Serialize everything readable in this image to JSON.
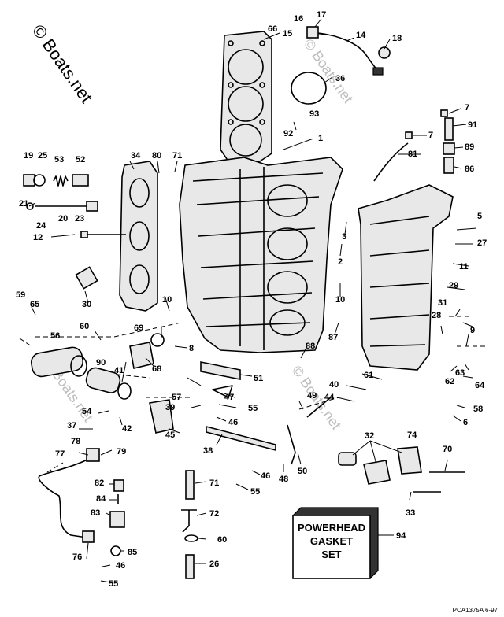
{
  "watermark": "© Boats.net",
  "reference_code": "PCA1375A  6-97",
  "kit_label": {
    "lines": [
      "POWERHEAD",
      "GASKET",
      "SET"
    ],
    "callout": "94"
  },
  "callouts": [
    {
      "id": "c1",
      "text": "1"
    },
    {
      "id": "c2",
      "text": "2"
    },
    {
      "id": "c3",
      "text": "3"
    },
    {
      "id": "c5",
      "text": "5"
    },
    {
      "id": "c6",
      "text": "6"
    },
    {
      "id": "c7a",
      "text": "7"
    },
    {
      "id": "c7b",
      "text": "7"
    },
    {
      "id": "c8",
      "text": "8"
    },
    {
      "id": "c9",
      "text": "9"
    },
    {
      "id": "c10a",
      "text": "10"
    },
    {
      "id": "c10b",
      "text": "10"
    },
    {
      "id": "c11",
      "text": "11"
    },
    {
      "id": "c12",
      "text": "12"
    },
    {
      "id": "c14",
      "text": "14"
    },
    {
      "id": "c15",
      "text": "15"
    },
    {
      "id": "c16",
      "text": "16"
    },
    {
      "id": "c17",
      "text": "17"
    },
    {
      "id": "c18",
      "text": "18"
    },
    {
      "id": "c19",
      "text": "19"
    },
    {
      "id": "c20",
      "text": "20"
    },
    {
      "id": "c21",
      "text": "21"
    },
    {
      "id": "c23",
      "text": "23"
    },
    {
      "id": "c24",
      "text": "24"
    },
    {
      "id": "c25",
      "text": "25"
    },
    {
      "id": "c26",
      "text": "26"
    },
    {
      "id": "c27",
      "text": "27"
    },
    {
      "id": "c28",
      "text": "28"
    },
    {
      "id": "c29",
      "text": "29"
    },
    {
      "id": "c30",
      "text": "30"
    },
    {
      "id": "c31",
      "text": "31"
    },
    {
      "id": "c32",
      "text": "32"
    },
    {
      "id": "c33",
      "text": "33"
    },
    {
      "id": "c34",
      "text": "34"
    },
    {
      "id": "c36",
      "text": "36"
    },
    {
      "id": "c37",
      "text": "37"
    },
    {
      "id": "c38",
      "text": "38"
    },
    {
      "id": "c39",
      "text": "39"
    },
    {
      "id": "c40",
      "text": "40"
    },
    {
      "id": "c41",
      "text": "41"
    },
    {
      "id": "c42",
      "text": "42"
    },
    {
      "id": "c44",
      "text": "44"
    },
    {
      "id": "c45",
      "text": "45"
    },
    {
      "id": "c46a",
      "text": "46"
    },
    {
      "id": "c46b",
      "text": "46"
    },
    {
      "id": "c46c",
      "text": "46"
    },
    {
      "id": "c47",
      "text": "47"
    },
    {
      "id": "c48",
      "text": "48"
    },
    {
      "id": "c49",
      "text": "49"
    },
    {
      "id": "c50",
      "text": "50"
    },
    {
      "id": "c51",
      "text": "51"
    },
    {
      "id": "c52",
      "text": "52"
    },
    {
      "id": "c53",
      "text": "53"
    },
    {
      "id": "c54",
      "text": "54"
    },
    {
      "id": "c55a",
      "text": "55"
    },
    {
      "id": "c55b",
      "text": "55"
    },
    {
      "id": "c55c",
      "text": "55"
    },
    {
      "id": "c56",
      "text": "56"
    },
    {
      "id": "c57",
      "text": "57"
    },
    {
      "id": "c58",
      "text": "58"
    },
    {
      "id": "c59",
      "text": "59"
    },
    {
      "id": "c60a",
      "text": "60"
    },
    {
      "id": "c60b",
      "text": "60"
    },
    {
      "id": "c61",
      "text": "61"
    },
    {
      "id": "c62",
      "text": "62"
    },
    {
      "id": "c63",
      "text": "63"
    },
    {
      "id": "c64",
      "text": "64"
    },
    {
      "id": "c65",
      "text": "65"
    },
    {
      "id": "c66",
      "text": "66"
    },
    {
      "id": "c68",
      "text": "68"
    },
    {
      "id": "c69",
      "text": "69"
    },
    {
      "id": "c70",
      "text": "70"
    },
    {
      "id": "c71a",
      "text": "71"
    },
    {
      "id": "c71b",
      "text": "71"
    },
    {
      "id": "c72",
      "text": "72"
    },
    {
      "id": "c74",
      "text": "74"
    },
    {
      "id": "c76",
      "text": "76"
    },
    {
      "id": "c77",
      "text": "77"
    },
    {
      "id": "c78",
      "text": "78"
    },
    {
      "id": "c79",
      "text": "79"
    },
    {
      "id": "c80",
      "text": "80"
    },
    {
      "id": "c81",
      "text": "81"
    },
    {
      "id": "c82",
      "text": "82"
    },
    {
      "id": "c83",
      "text": "83"
    },
    {
      "id": "c84",
      "text": "84"
    },
    {
      "id": "c85",
      "text": "85"
    },
    {
      "id": "c86",
      "text": "86"
    },
    {
      "id": "c87",
      "text": "87"
    },
    {
      "id": "c88",
      "text": "88"
    },
    {
      "id": "c89",
      "text": "89"
    },
    {
      "id": "c90",
      "text": "90"
    },
    {
      "id": "c91",
      "text": "91"
    },
    {
      "id": "c92",
      "text": "92"
    },
    {
      "id": "c93",
      "text": "93"
    }
  ]
}
